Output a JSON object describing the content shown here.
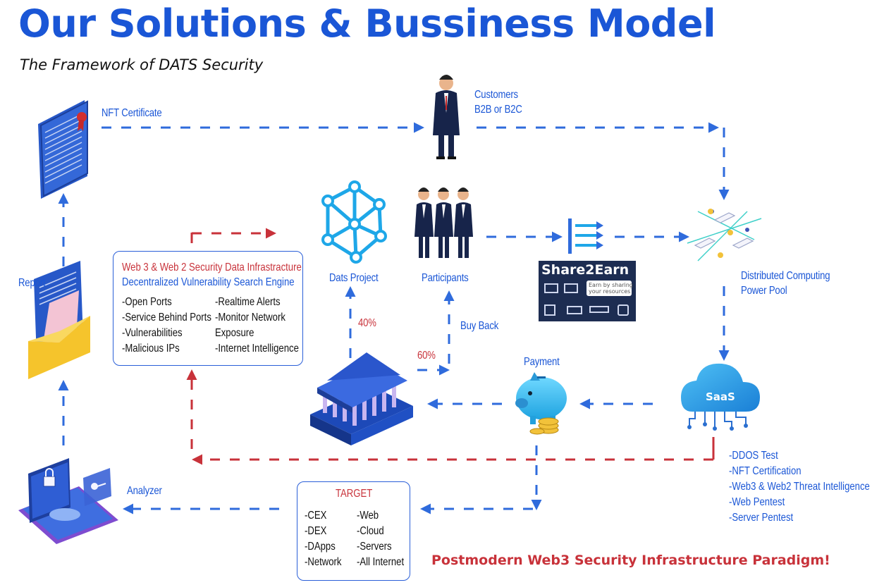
{
  "header": {
    "title": "Our Solutions & Bussiness Model",
    "subtitle": "The Framework of DATS Security"
  },
  "nodes": {
    "nft_certificate": "NFT Certificate",
    "customers_line1": "Customers",
    "customers_line2": "B2B or B2C",
    "report": "Report",
    "dats_project": "Dats Project",
    "participants": "Participants",
    "distributed_line1": "Distributed Computing",
    "distributed_line2": "Power Pool",
    "buy_back": "Buy Back",
    "pct_40": "40%",
    "pct_60": "60%",
    "payment": "Payment",
    "saas": "SaaS",
    "analyzer": "Analyzer"
  },
  "share2earn": {
    "title": "Share2Earn",
    "tagline_line1": "Earn by sharing",
    "tagline_line2": "your resources"
  },
  "infra_box": {
    "title_line1": "Web 3 & Web 2 Security Data Infrastracture",
    "title_line2": "Decentralized Vulnerability Search Engine",
    "col1": [
      "-Open Ports",
      "-Service Behind Ports",
      "-Vulnerabilities",
      "-Malicious IPs"
    ],
    "col2": [
      "-Realtime Alerts",
      "-Monitor Network",
      "Exposure",
      "-Internet Intelligence"
    ]
  },
  "services_list": [
    "-DDOS Test",
    "-NFT Certification",
    "-Web3 & Web2 Threat Intelligence",
    "-Web Pentest",
    "-Server Pentest"
  ],
  "target_box": {
    "title": "TARGET",
    "col1": [
      "-CEX",
      "-DEX",
      "-DApps",
      "-Network"
    ],
    "col2": [
      "-Web",
      "-Cloud",
      "-Servers",
      "-All Internet"
    ]
  },
  "footer": {
    "slogan": "Postmodern Web3 Security Infrastructure Paradigm!"
  },
  "colors": {
    "brand_blue": "#1a56d6",
    "arrow_blue": "#2f6bdc",
    "arrow_red": "#c8323a",
    "navy": "#1d2d52",
    "cyan": "#1ea7e8"
  }
}
